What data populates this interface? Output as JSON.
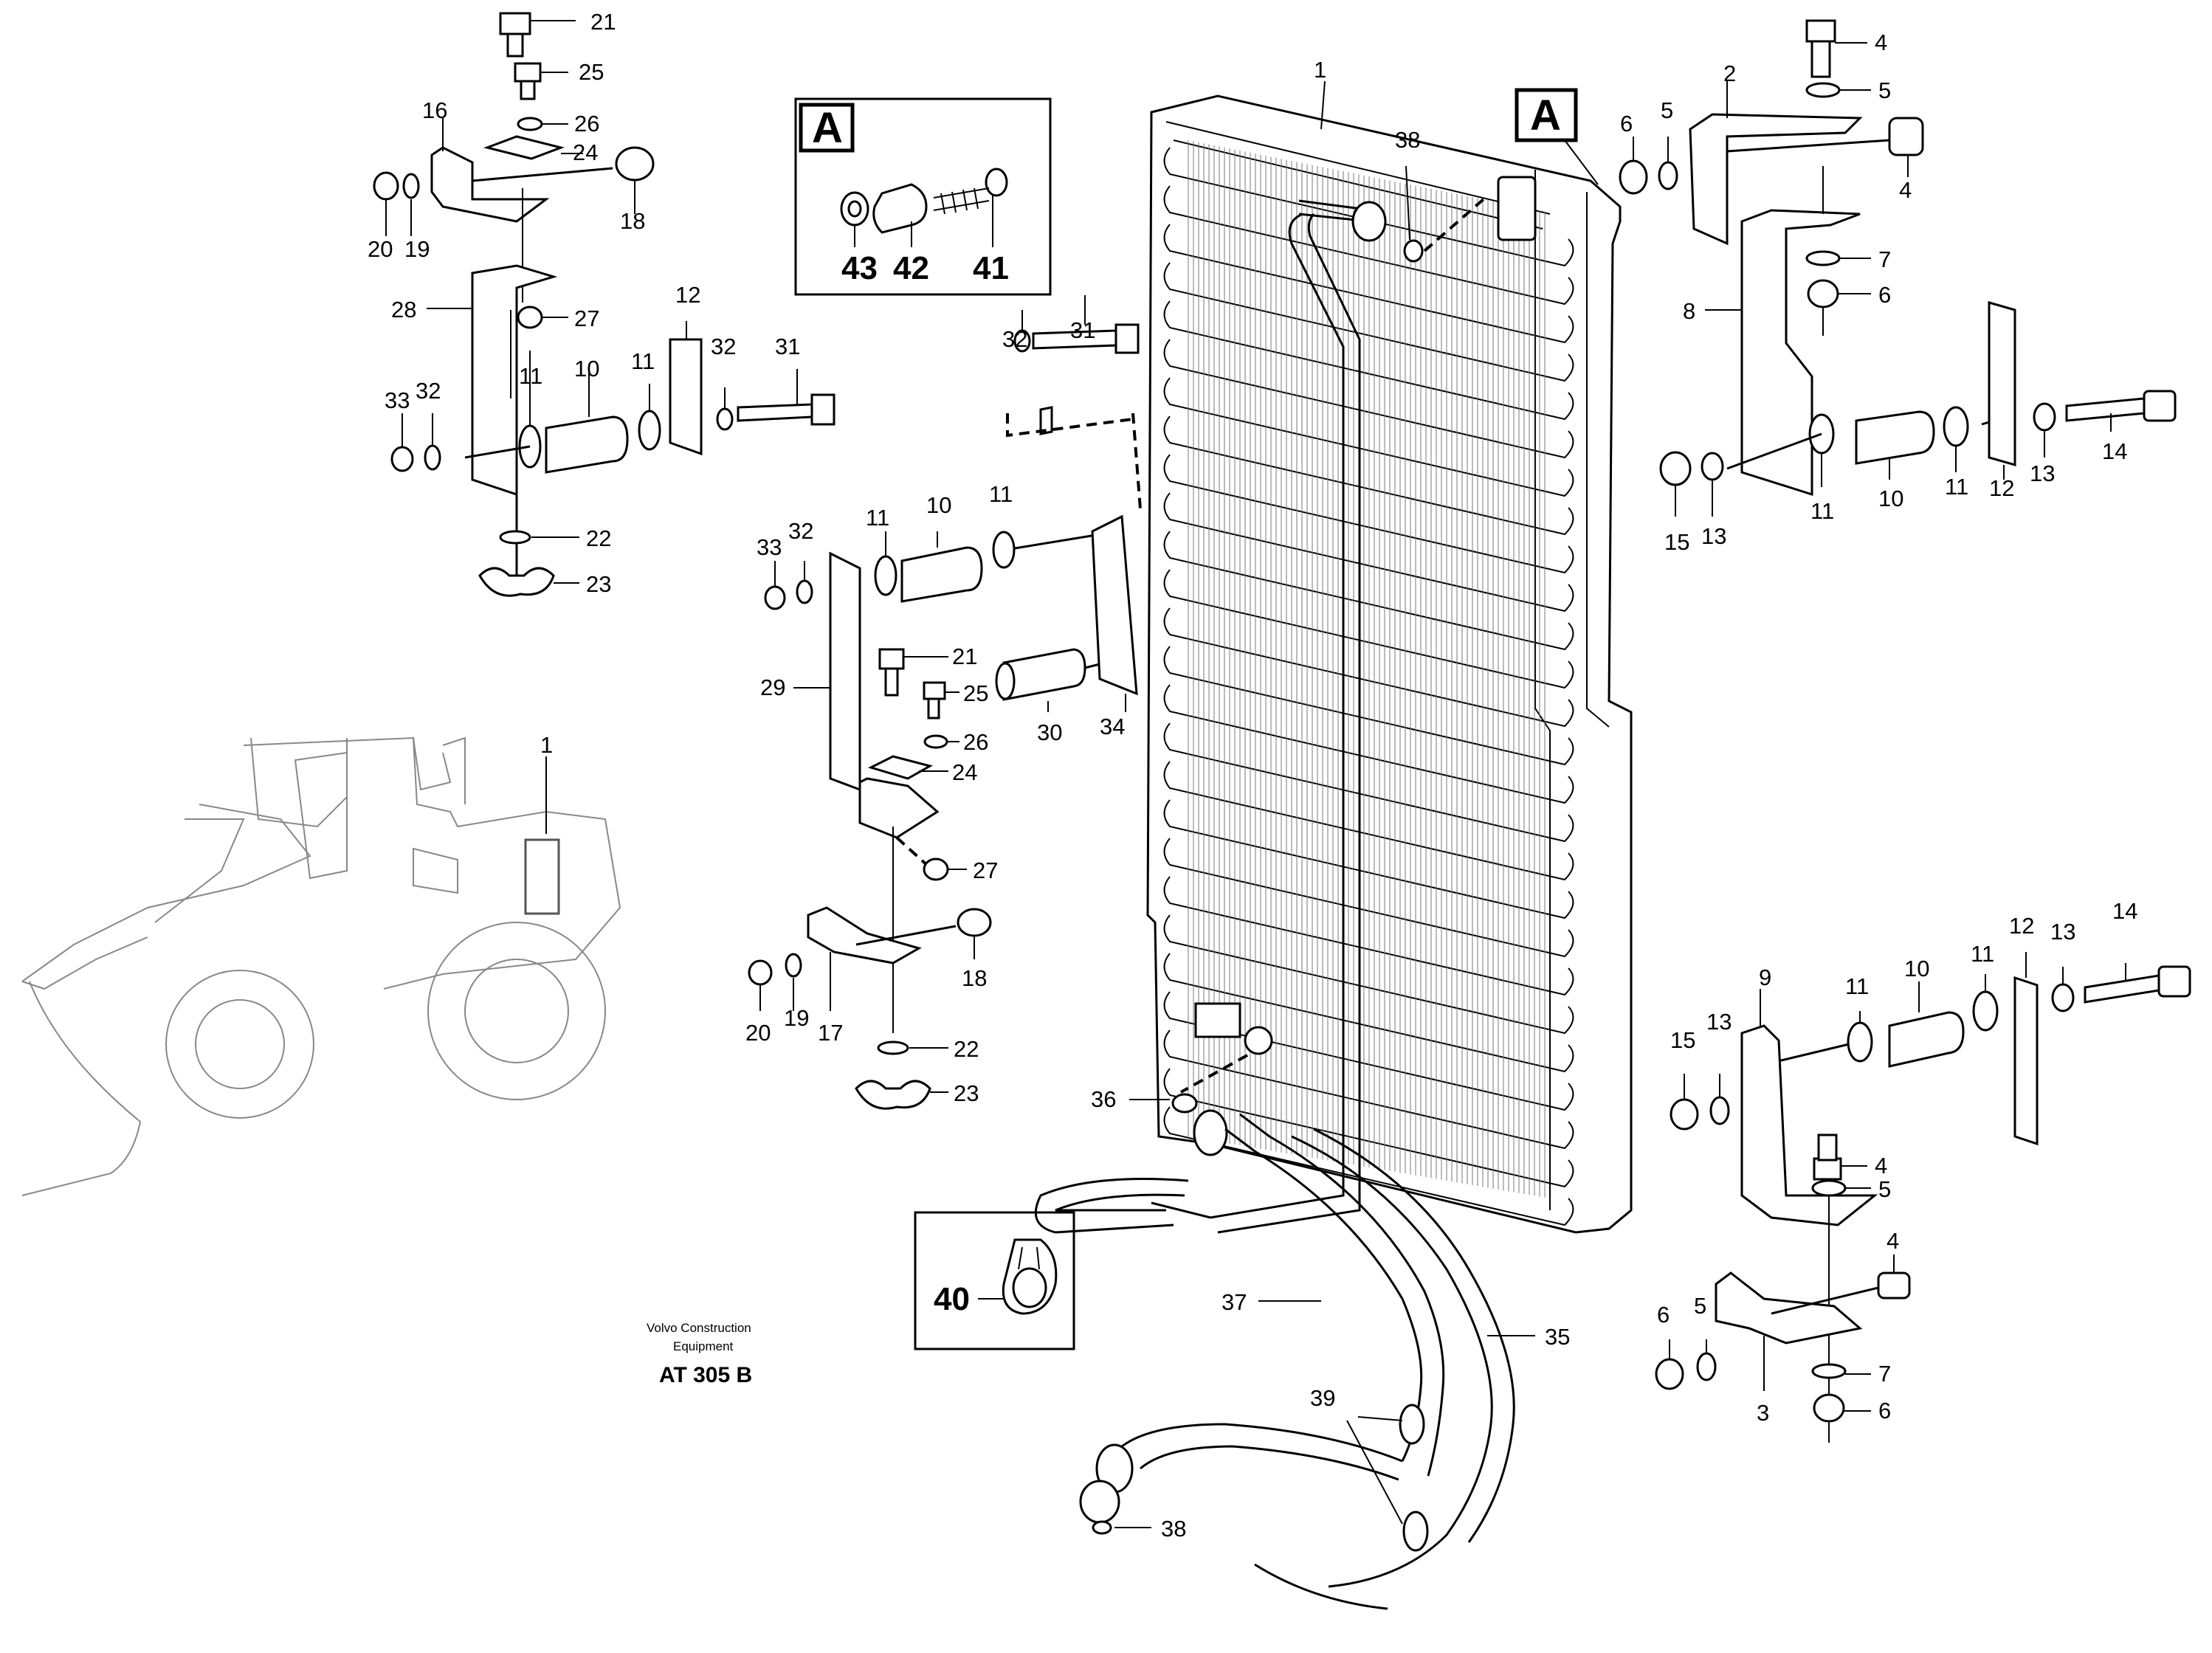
{
  "frame": {
    "label": "A"
  },
  "inset": {
    "label": "A",
    "parts": [
      "43",
      "42",
      "41"
    ]
  },
  "clip_inset": {
    "label": "40"
  },
  "machine_callout": {
    "label": "1"
  },
  "credits": {
    "line1": "Volvo Construction",
    "line2": "Equipment",
    "ref": "AT 305 B"
  },
  "callouts": {
    "c1": "1",
    "c38a": "38",
    "c36": "36",
    "c37": "37",
    "c35": "35",
    "c39": "39",
    "c38b": "38",
    "tl_21": "21",
    "tl_25": "25",
    "tl_16": "16",
    "tl_26": "26",
    "tl_24": "24",
    "tl_18": "18",
    "tl_20": "20",
    "tl_19": "19",
    "tl_28": "28",
    "tl_27": "27",
    "tl_12": "12",
    "tl_32": "32",
    "tl_31": "31",
    "tl_33": "33",
    "tl_32b": "32",
    "tl_11": "11",
    "tl_10": "10",
    "tl_11b": "11",
    "tl_22": "22",
    "tl_23": "23",
    "ml_32": "32",
    "ml_31": "31",
    "ml_33": "33",
    "ml_32b": "32",
    "ml_11": "11",
    "ml_10": "10",
    "ml_11b": "11",
    "ml_29": "29",
    "ml_21": "21",
    "ml_25": "25",
    "ml_26": "26",
    "ml_24": "24",
    "ml_30": "30",
    "ml_34": "34",
    "ml_27": "27",
    "ml_18": "18",
    "ml_20": "20",
    "ml_19": "19",
    "ml_17": "17",
    "ml_22": "22",
    "ml_23": "23",
    "tr_4": "4",
    "tr_5": "5",
    "tr_2": "2",
    "tr_6": "6",
    "tr_5b": "5",
    "tr_4b": "4",
    "tr_7": "7",
    "tr_8": "8",
    "tr_6b": "6",
    "tr_14": "14",
    "tr_13": "13",
    "tr_12": "12",
    "tr_11": "11",
    "tr_10": "10",
    "tr_11b": "11",
    "tr_15": "15",
    "tr_13b": "13",
    "br_14": "14",
    "br_12": "12",
    "br_13": "13",
    "br_10": "10",
    "br_11": "11",
    "br_11b": "11",
    "br_9": "9",
    "br_15": "15",
    "br_13b": "13",
    "br_4": "4",
    "br_5": "5",
    "br_4b": "4",
    "br_6": "6",
    "br_5b": "5",
    "br_7": "7",
    "br_6b": "6",
    "br_3": "3"
  }
}
